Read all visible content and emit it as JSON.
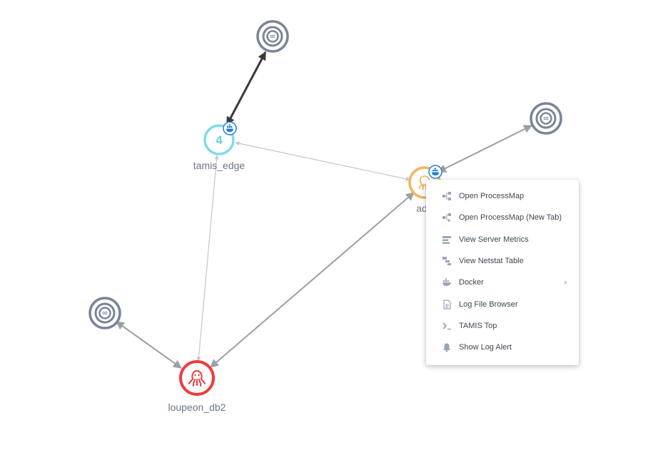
{
  "graph": {
    "nodes": {
      "top_endpoint": {
        "kind": "endpoint-cluster"
      },
      "right_endpoint": {
        "kind": "endpoint-cluster"
      },
      "left_endpoint": {
        "kind": "endpoint-cluster"
      },
      "tamis_edge": {
        "label": "tamis_edge",
        "count": "4",
        "color": "#7fdce6",
        "badge": "docker-icon"
      },
      "ado": {
        "label": "ado",
        "color": "#f3b45c",
        "badge": "docker-icon"
      },
      "loupeon_db2": {
        "label": "loupeon_db2",
        "color": "#ef3b3b",
        "icon": "octopus-icon"
      }
    },
    "colors": {
      "endpoint": "#7a8499",
      "edge": "#9a9ea6",
      "edge_light": "#c4c6ca",
      "edge_strong": "#3a3a3a",
      "docker_badge": "#1f7fd6"
    }
  },
  "context_menu": {
    "items": [
      {
        "label": "Open ProcessMap",
        "icon": "process-map-icon"
      },
      {
        "label": "Open ProcessMap (New Tab)",
        "icon": "process-map-new-tab-icon"
      },
      {
        "label": "View Server Metrics",
        "icon": "server-metrics-icon"
      },
      {
        "label": "View Netstat Table",
        "icon": "netstat-table-icon"
      },
      {
        "label": "Docker",
        "icon": "docker-icon",
        "has_submenu": true
      },
      {
        "label": "Log File Browser",
        "icon": "file-icon"
      },
      {
        "label": "TAMIS Top",
        "icon": "terminal-icon"
      },
      {
        "label": "Show Log Alert",
        "icon": "bell-icon"
      }
    ],
    "icon_color": "#9aa5b8"
  }
}
